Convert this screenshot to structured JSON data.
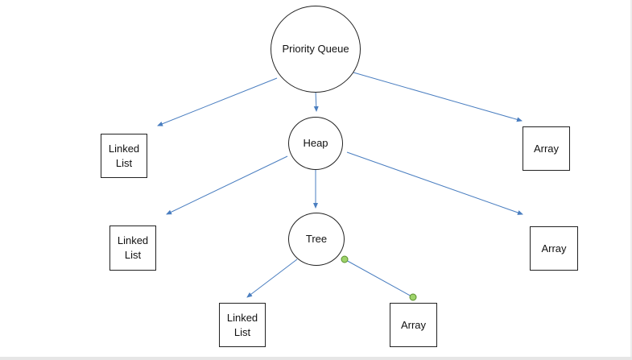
{
  "nodes": {
    "priority_queue": "Priority Queue",
    "heap": "Heap",
    "tree": "Tree",
    "level1_linked_list": "Linked\nList",
    "level1_array": "Array",
    "level2_linked_list": "Linked\nList",
    "level2_array": "Array",
    "level3_linked_list": "Linked\nList",
    "level3_array": "Array"
  },
  "colors": {
    "edge": "#4a7ec0",
    "node_border": "#222222",
    "handle_fill": "#9ed36a",
    "handle_stroke": "#5a8f2e"
  }
}
